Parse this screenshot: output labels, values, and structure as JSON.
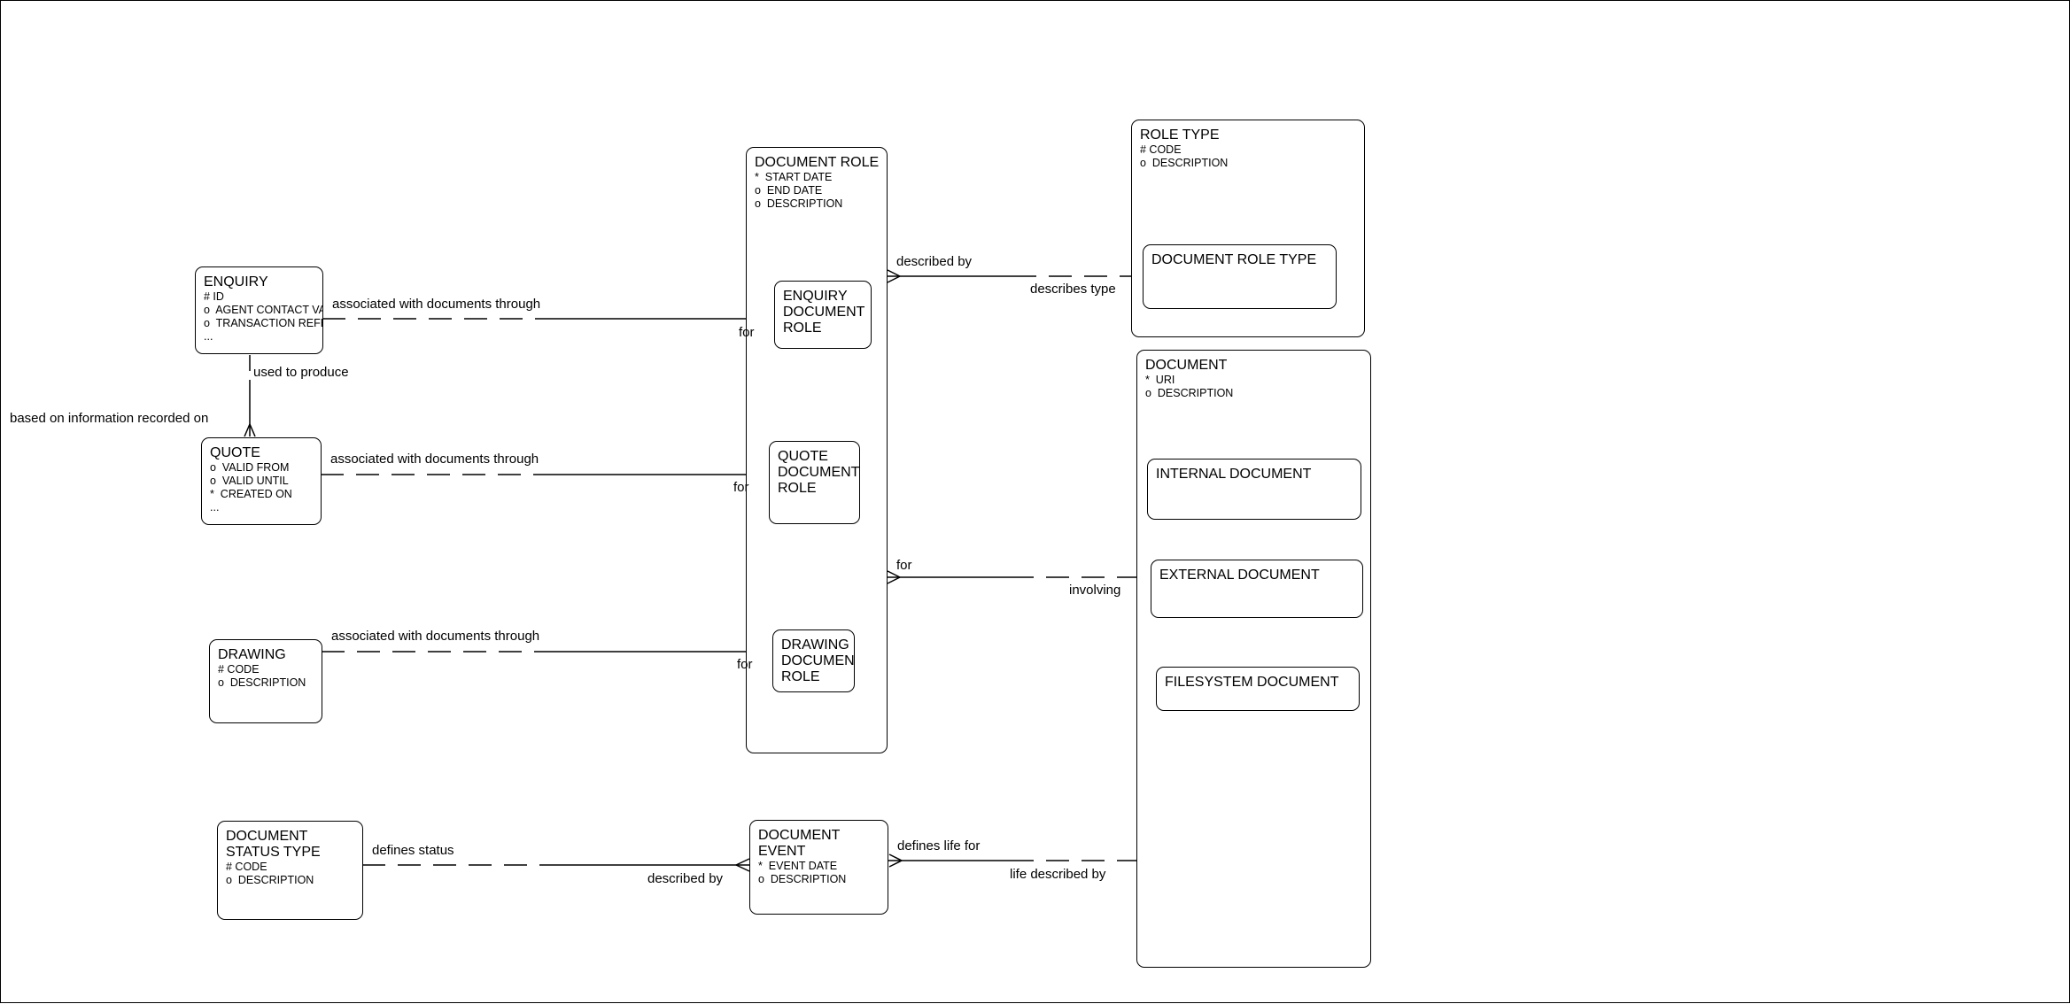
{
  "entities": {
    "enquiry": {
      "title": "ENQUIRY",
      "attributes": [
        "# ID",
        "o  AGENT CONTACT VALUE",
        "o  TRANSACTION REFERENCE",
        "..."
      ]
    },
    "quote": {
      "title": "QUOTE",
      "attributes": [
        "o  VALID FROM",
        "o  VALID UNTIL",
        "*  CREATED ON",
        "..."
      ]
    },
    "drawing": {
      "title": "DRAWING",
      "attributes": [
        "# CODE",
        "o  DESCRIPTION"
      ]
    },
    "document_status_type": {
      "title": "DOCUMENT\nSTATUS TYPE",
      "attributes": [
        "# CODE",
        "o  DESCRIPTION"
      ]
    },
    "document_role": {
      "title": "DOCUMENT ROLE",
      "attributes": [
        "*  START DATE",
        "o  END DATE",
        "o  DESCRIPTION"
      ]
    },
    "enquiry_document_role": {
      "title": "ENQUIRY\nDOCUMENT\nROLE"
    },
    "quote_document_role": {
      "title": "QUOTE\nDOCUMENT\nROLE"
    },
    "drawing_document_role": {
      "title": "DRAWING\nDOCUMENT\nROLE"
    },
    "document_event": {
      "title": "DOCUMENT\nEVENT",
      "attributes": [
        "*  EVENT DATE",
        "o  DESCRIPTION"
      ]
    },
    "role_type": {
      "title": "ROLE TYPE",
      "attributes": [
        "# CODE",
        "o  DESCRIPTION"
      ]
    },
    "document_role_type": {
      "title": "DOCUMENT ROLE TYPE"
    },
    "document": {
      "title": "DOCUMENT",
      "attributes": [
        "*  URI",
        "o  DESCRIPTION"
      ]
    },
    "internal_document": {
      "title": "INTERNAL DOCUMENT"
    },
    "external_document": {
      "title": "EXTERNAL DOCUMENT"
    },
    "filesystem_document": {
      "title": "FILESYSTEM DOCUMENT"
    }
  },
  "relationships": {
    "enquiry_role": {
      "label": "associated with documents through",
      "end_label": "for"
    },
    "quote_role": {
      "label": "associated with documents through",
      "end_label": "for"
    },
    "drawing_role": {
      "label": "associated with documents through",
      "end_label": "for"
    },
    "enquiry_quote": {
      "label": "used to produce",
      "end_label": "based on information recorded on"
    },
    "role_roletype": {
      "label": "described by",
      "end_label": "describes type"
    },
    "role_document": {
      "label": "for",
      "end_label": "involving"
    },
    "status_event": {
      "label": "defines status",
      "end_label": "described by"
    },
    "event_document": {
      "label": "defines life for",
      "end_label": "life described by"
    }
  }
}
